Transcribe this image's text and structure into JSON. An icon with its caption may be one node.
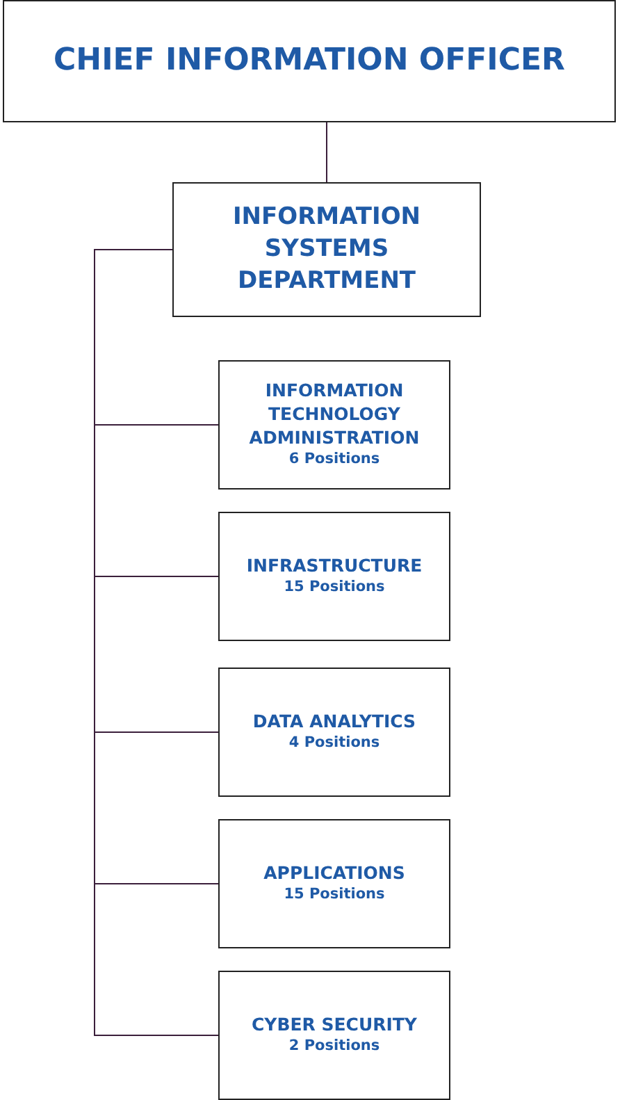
{
  "diagram": {
    "nodes": [
      {
        "text": [
          "CHIEF INFORMATION OFFICER"
        ]
      },
      {
        "text": [
          "INFORMATION SYSTEMS DEPARTMENT"
        ]
      },
      {
        "text": [
          "INFORMATION TECHNOLOGY ADMINISTRATION",
          "6 Positions"
        ]
      },
      {
        "text": [
          "INFRASTRUCTURE",
          "15 Positions"
        ]
      },
      {
        "text": [
          "DATA ANALYTICS",
          "4 Positions"
        ]
      },
      {
        "text": [
          "APPLICATIONS",
          "15 Positions"
        ]
      },
      {
        "text": [
          "CYBER SECURITY",
          "2 Positions"
        ]
      }
    ],
    "edges": [
      {
        "from": 0,
        "to": 1,
        "arrow": "none"
      },
      {
        "from": 1,
        "to": 2,
        "arrow": "none"
      },
      {
        "from": 1,
        "to": 3,
        "arrow": "none"
      },
      {
        "from": 1,
        "to": 4,
        "arrow": "none"
      },
      {
        "from": 1,
        "to": 5,
        "arrow": "none"
      },
      {
        "from": 1,
        "to": 6,
        "arrow": "none"
      }
    ]
  }
}
